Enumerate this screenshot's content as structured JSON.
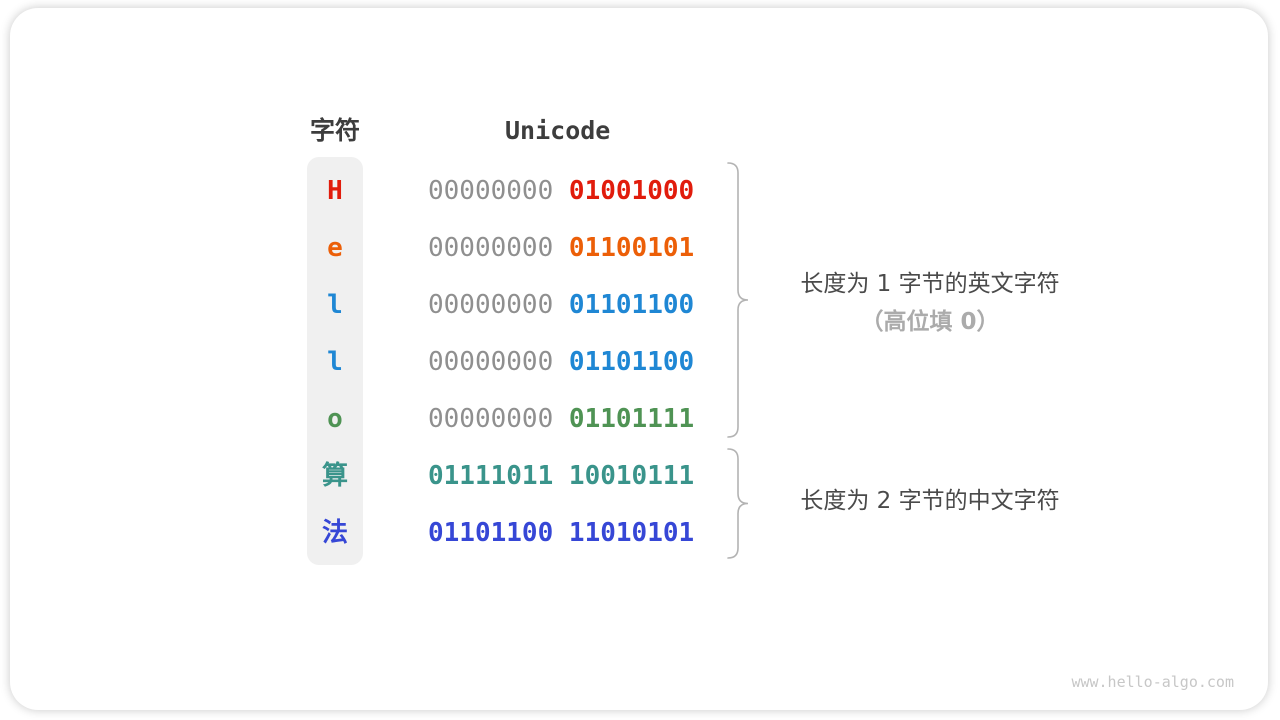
{
  "header": {
    "char_col": "字符",
    "unicode_col": "Unicode"
  },
  "rows": [
    {
      "char": "H",
      "char_color": "#e11c0c",
      "high_byte": "00000000",
      "high_color": "#8f8f8f",
      "low_byte": "01001000",
      "low_color": "#e11c0c"
    },
    {
      "char": "e",
      "char_color": "#ec5f08",
      "high_byte": "00000000",
      "high_color": "#8f8f8f",
      "low_byte": "01100101",
      "low_color": "#ec5f08"
    },
    {
      "char": "l",
      "char_color": "#1f87d4",
      "high_byte": "00000000",
      "high_color": "#8f8f8f",
      "low_byte": "01101100",
      "low_color": "#1f87d4"
    },
    {
      "char": "l",
      "char_color": "#1f87d4",
      "high_byte": "00000000",
      "high_color": "#8f8f8f",
      "low_byte": "01101100",
      "low_color": "#1f87d4"
    },
    {
      "char": "o",
      "char_color": "#4f9354",
      "high_byte": "00000000",
      "high_color": "#8f8f8f",
      "low_byte": "01101111",
      "low_color": "#4f9354"
    },
    {
      "char": "算",
      "char_color": "#3a948b",
      "high_byte": "01111011",
      "high_color": "#3a948b",
      "low_byte": "10010111",
      "low_color": "#3a948b"
    },
    {
      "char": "法",
      "char_color": "#3647d6",
      "high_byte": "01101100",
      "high_color": "#3647d6",
      "low_byte": "11010101",
      "low_color": "#3647d6"
    }
  ],
  "annotations": {
    "english": {
      "line1": "长度为 1 字节的英文字符",
      "line2": "（高位填 0）"
    },
    "chinese": {
      "line1": "长度为 2 字节的中文字符"
    }
  },
  "watermark": "www.hello-algo.com",
  "colors": {
    "dim_zero_gray": "#8f8f8f",
    "ui_gray": "#ababab",
    "text_dark": "#3d3d3d",
    "column_bg": "#f0f0f0"
  }
}
